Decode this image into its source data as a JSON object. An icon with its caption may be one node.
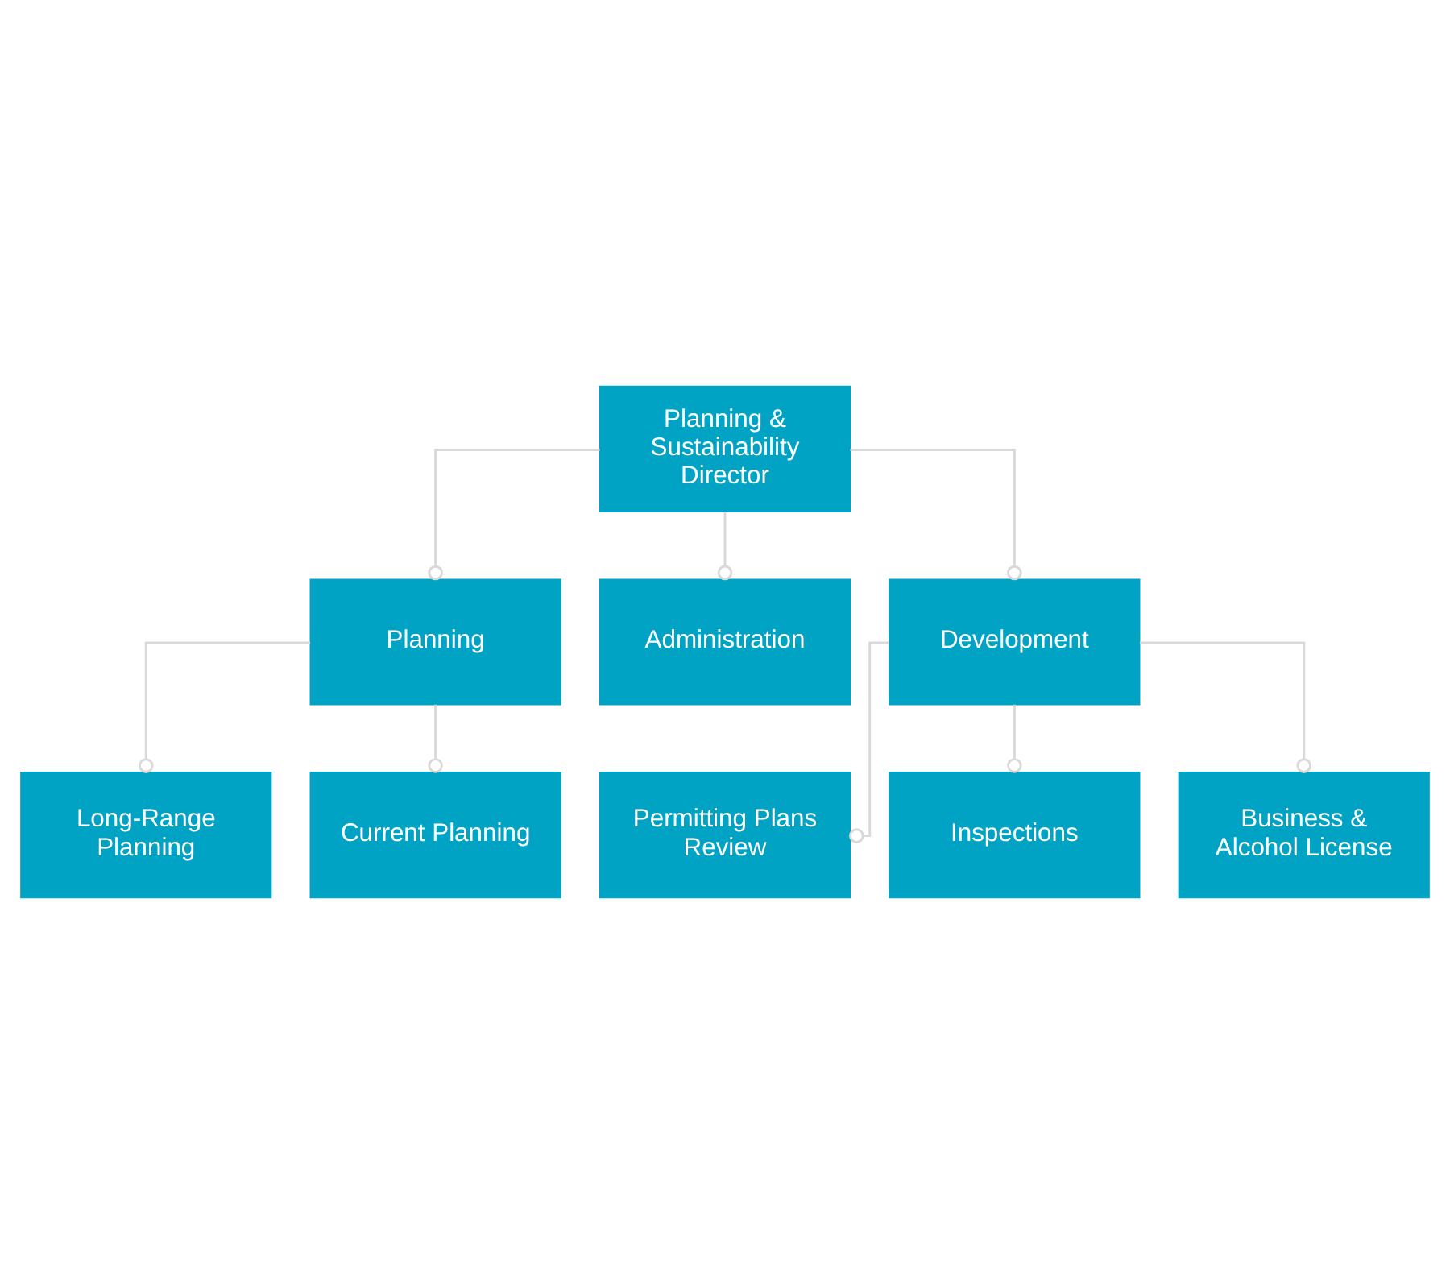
{
  "diagram": {
    "nodes": [
      {
        "text": [
          "Planning & Sustainability Director"
        ]
      },
      {
        "text": [
          "Planning"
        ]
      },
      {
        "text": [
          "Administration"
        ]
      },
      {
        "text": [
          "Development"
        ]
      },
      {
        "text": [
          "Long-Range Planning"
        ]
      },
      {
        "text": [
          "Current Planning"
        ]
      },
      {
        "text": [
          "Permitting Plans Review"
        ]
      },
      {
        "text": [
          "Inspections"
        ]
      },
      {
        "text": [
          "Business & Alcohol License"
        ]
      }
    ],
    "edges": [
      {
        "from": 0,
        "to": 1,
        "arrow": "other"
      },
      {
        "from": 0,
        "to": 2,
        "arrow": "other"
      },
      {
        "from": 0,
        "to": 3,
        "arrow": "other"
      },
      {
        "from": 1,
        "to": 4,
        "arrow": "other"
      },
      {
        "from": 1,
        "to": 5,
        "arrow": "other"
      },
      {
        "from": 3,
        "to": 6,
        "arrow": "other"
      },
      {
        "from": 3,
        "to": 7,
        "arrow": "other"
      },
      {
        "from": 3,
        "to": 8,
        "arrow": "other"
      }
    ]
  }
}
